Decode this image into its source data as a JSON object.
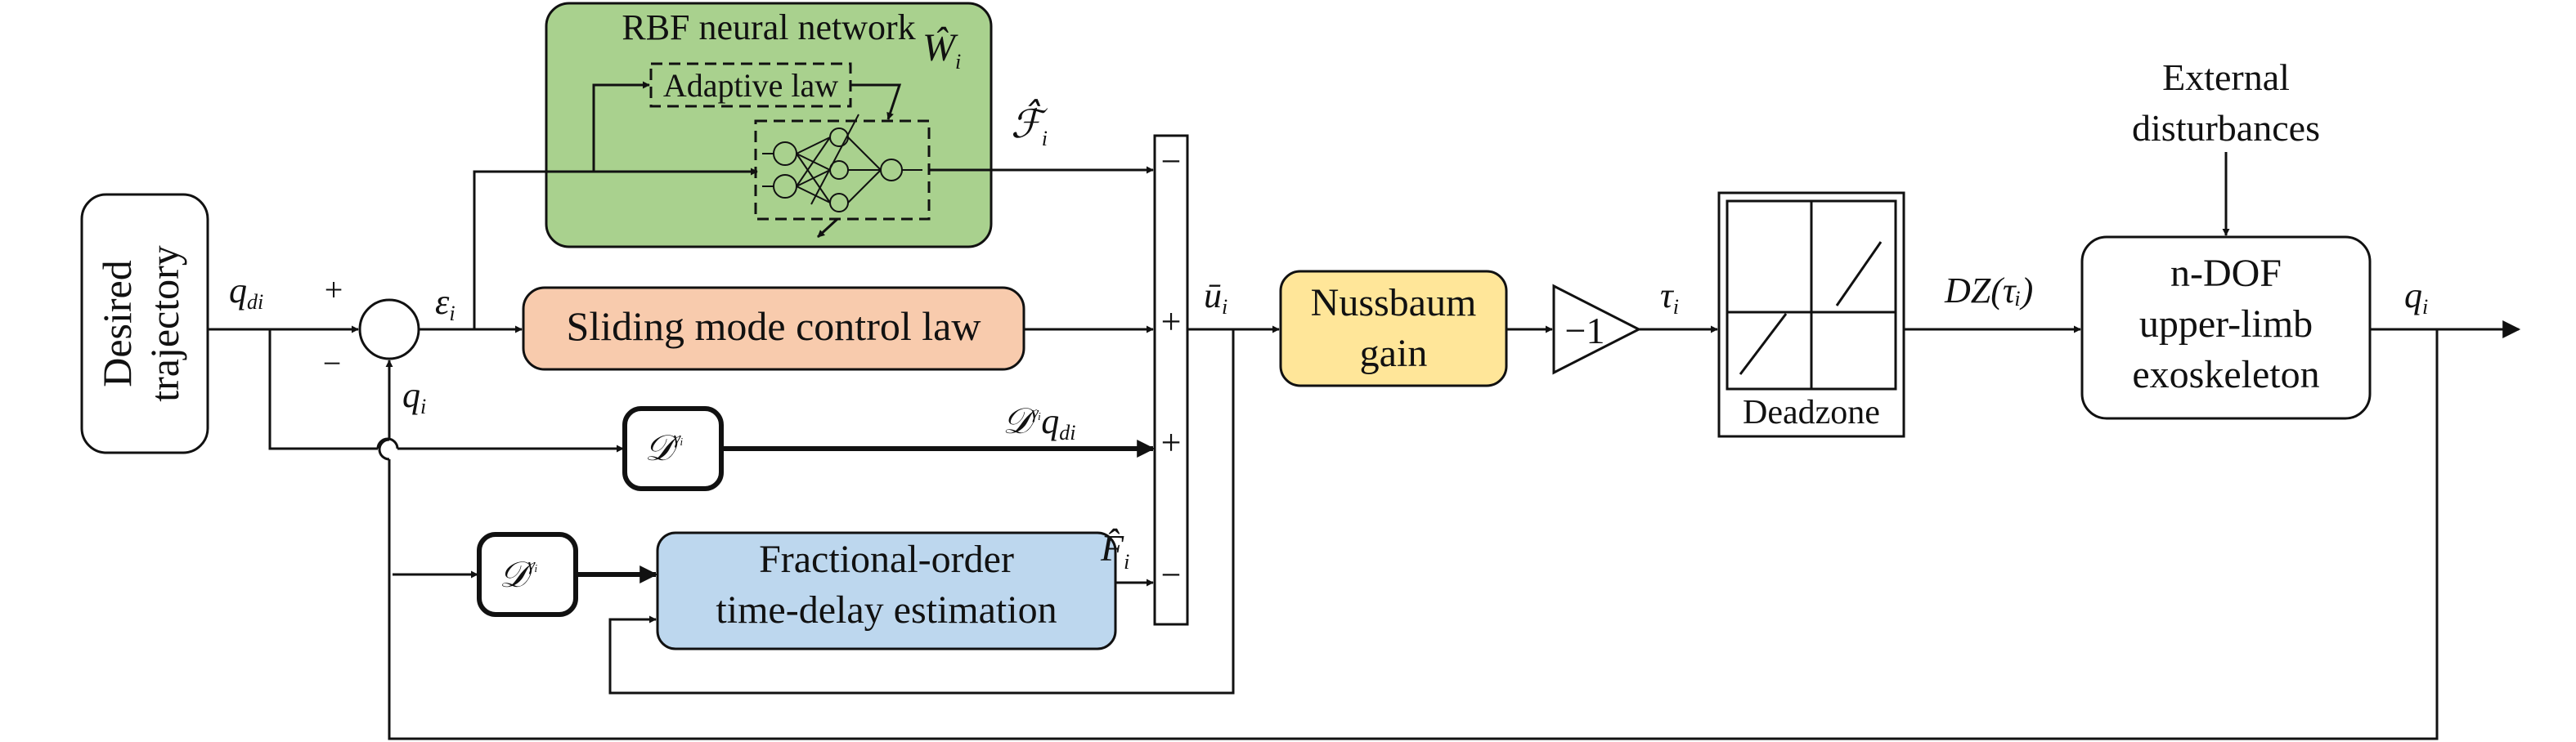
{
  "blocks": {
    "desired_trajectory": [
      "Desired",
      "trajectory"
    ],
    "rbf_title": "RBF neural network",
    "adaptive_law": "Adaptive law",
    "sliding_mode": "Sliding mode control law",
    "nussbaum": [
      "Nussbaum",
      "gain"
    ],
    "gain_value": "−1",
    "deadzone": "Deadzone",
    "exoskeleton": [
      "n-DOF",
      "upper-limb",
      "exoskeleton"
    ],
    "tde": [
      "Fractional-order",
      "time-delay estimation"
    ],
    "external_disturbances": [
      "External",
      "disturbances"
    ],
    "frac_operator": "𝒟",
    "frac_exponent": "γᵢ"
  },
  "signals": {
    "q_di": "q",
    "q_di_sub": "di",
    "epsilon": "ε",
    "epsilon_sub": "i",
    "q_fb": "q",
    "q_fb_sub": "i",
    "q_out": "q",
    "q_out_sub": "i",
    "w_hat": "Ŵ",
    "w_hat_sub": "i",
    "f_cal_hat": "ℱ̂",
    "f_cal_sub": "i",
    "u_bar": "ū",
    "u_bar_sub": "i",
    "tau": "τ",
    "tau_sub": "i",
    "dz_tau": "DZ(τᵢ)",
    "d_q_di": "𝒟",
    "d_q_di_exp": "γᵢ",
    "d_q_di_q": "q",
    "d_q_di_sub": "di",
    "f_hat": "F̂",
    "f_hat_sub": "i"
  },
  "signs": {
    "sum_plus": "+",
    "sum_minus": "−",
    "bar_minus_top": "−",
    "bar_plus_1": "+",
    "bar_plus_2": "+",
    "bar_minus_bottom": "−"
  },
  "colors": {
    "rbf_fill": "#a9d18e",
    "sliding_fill": "#f8cbad",
    "nussbaum_fill": "#ffe699",
    "tde_fill": "#bdd7ee"
  }
}
